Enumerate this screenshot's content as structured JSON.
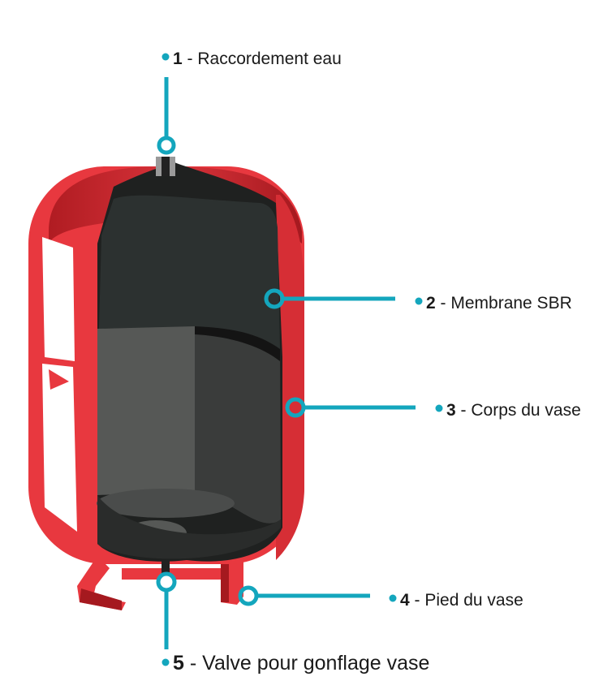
{
  "colors": {
    "accent": "#14a6bd",
    "tank_red": "#e8383f",
    "tank_dark_red": "#a5191f",
    "membrane": "#2d2f2e",
    "text": "#1a1a1a"
  },
  "labels": [
    {
      "id": "raccordement-eau",
      "number": "1",
      "text": " - Raccordement eau"
    },
    {
      "id": "membrane-sbr",
      "number": "2",
      "text": " - Membrane SBR"
    },
    {
      "id": "corps-du-vase",
      "number": "3",
      "text": " - Corps du vase"
    },
    {
      "id": "pied-du-vase",
      "number": "4",
      "text": " - Pied du vase"
    },
    {
      "id": "valve-gonflage",
      "number": "5",
      "text": " - Valve pour gonflage vase"
    }
  ]
}
